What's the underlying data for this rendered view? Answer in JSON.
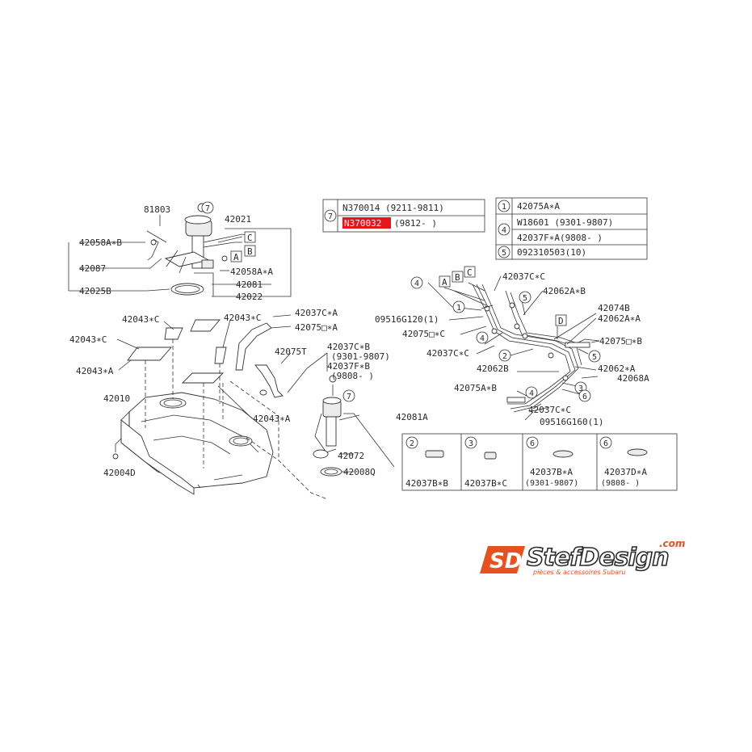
{
  "labels": {
    "p81803": "81803",
    "p42021": "42021",
    "p42058AB": "42058A∗B",
    "p42087": "42087",
    "p42058AA": "42058A∗A",
    "p42081": "42081",
    "p42022": "42022",
    "p42025B": "42025B",
    "p42043CA": "42043∗C",
    "p42043CB": "42043∗C",
    "p42043CC": "42043∗C",
    "p42043A1": "42043∗A",
    "p42043A2": "42043∗A",
    "p42037CA": "42037C∗A",
    "p42075OA": "42075□∗A",
    "p42075T": "42075T",
    "p42037CB": "42037C∗B",
    "p42037CB_r": "(9301-9807)",
    "p42037FB": "42037F∗B",
    "p42037FB_r": "(9808-      )",
    "p42010": "42010",
    "p42004D": "42004D",
    "p42081A": "42081A",
    "p42072": "42072",
    "p42008Q": "42008Q",
    "r42037CC_top": "42037C∗C",
    "r42062AB": "42062A∗B",
    "r09516G120": "09516G120(1)",
    "r42075OC": "42075□∗C",
    "r42037CC_mid": "42037C∗C",
    "r42074B": "42074B",
    "r42062AA": "42062A∗A",
    "r42075OB": "42075□∗B",
    "r42062B": "42062B",
    "r42062A": "42062∗A",
    "r42068A": "42068A",
    "r42075AB": "42075A∗B",
    "r42037CC_bot": "42037C∗C",
    "r09516G160": "09516G160(1)"
  },
  "callouts": {
    "c7_top": "7",
    "c7_pump": "7",
    "r4_top": "4",
    "r1": "1",
    "r5_top": "5",
    "r4_mid": "4",
    "r2": "2",
    "r5_right": "5",
    "r3": "3",
    "r6": "6",
    "r4_low": "4"
  },
  "boxes": {
    "A": "A",
    "B": "B",
    "C": "C",
    "D": "D"
  },
  "table7": {
    "num": "7",
    "row1": "N370014 (9211-9811)",
    "row2_part": "N370032",
    "row2_range": "(9812-      )",
    "highlight_color": "#e8141a"
  },
  "table_right": {
    "n1": "1",
    "r1": "42075A∗A",
    "n4": "4",
    "r2": "W18601 (9301-9807)",
    "r3": "42037F∗A(9808-      )",
    "n5": "5",
    "r4": "092310503(10)"
  },
  "clips_table": {
    "cells": [
      {
        "num": "2",
        "label": "42037B∗B",
        "sub": ""
      },
      {
        "num": "3",
        "label": "42037B∗C",
        "sub": ""
      },
      {
        "num": "6",
        "label": "42037B∗A",
        "sub": "(9301-9807)"
      },
      {
        "num": "6",
        "label": "42037D∗A",
        "sub": "(9808-      )"
      }
    ]
  },
  "logo": {
    "mark": "SD",
    "title": "StefDesign",
    "com": ".com",
    "tagline": "pièces & accessoires Subaru",
    "brand_color": "#e8501d"
  }
}
